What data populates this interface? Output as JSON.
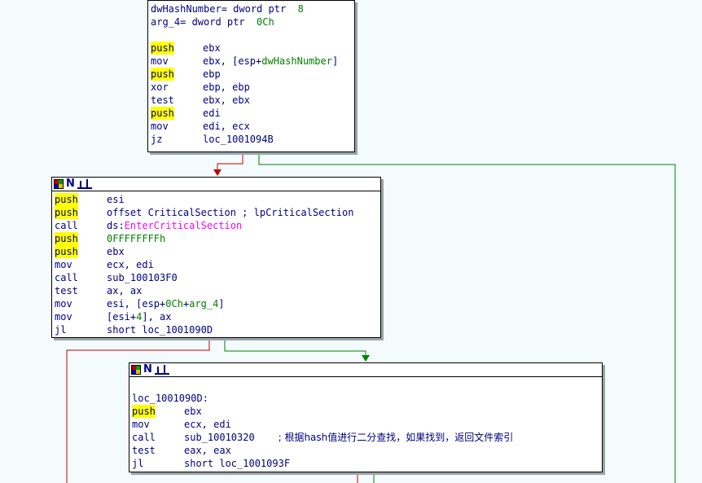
{
  "colors": {
    "background": "#f4fbfc",
    "text": "#000080",
    "push_highlight": "#ffff00",
    "number": "#008000",
    "api_call": "#ff00ff",
    "edge_false": "#c00000",
    "edge_true": "#008000"
  },
  "blocks": [
    {
      "id": "block-1",
      "has_titlebar": false,
      "lines": [
        {
          "tokens": [
            {
              "t": "dwHashNumber= dword ptr  "
            },
            {
              "t": "8",
              "c": "num"
            }
          ]
        },
        {
          "tokens": [
            {
              "t": "arg_4= dword ptr  "
            },
            {
              "t": "0Ch",
              "c": "num"
            }
          ]
        },
        {
          "tokens": []
        },
        {
          "mnemonic": "push",
          "highlight": true,
          "tokens": [
            {
              "t": "ebx"
            }
          ]
        },
        {
          "mnemonic": "mov",
          "tokens": [
            {
              "t": "ebx, [esp+"
            },
            {
              "t": "dwHashNumber",
              "c": "num"
            },
            {
              "t": "]"
            }
          ]
        },
        {
          "mnemonic": "push",
          "highlight": true,
          "tokens": [
            {
              "t": "ebp"
            }
          ]
        },
        {
          "mnemonic": "xor",
          "tokens": [
            {
              "t": "ebp, ebp"
            }
          ]
        },
        {
          "mnemonic": "test",
          "tokens": [
            {
              "t": "ebx, ebx"
            }
          ]
        },
        {
          "mnemonic": "push",
          "highlight": true,
          "tokens": [
            {
              "t": "edi"
            }
          ]
        },
        {
          "mnemonic": "mov",
          "tokens": [
            {
              "t": "edi, ecx"
            }
          ]
        },
        {
          "mnemonic": "jz",
          "tokens": [
            {
              "t": "loc_1001094B"
            }
          ]
        }
      ]
    },
    {
      "id": "block-2",
      "has_titlebar": true,
      "lines": [
        {
          "mnemonic": "push",
          "highlight": true,
          "tokens": [
            {
              "t": "esi"
            }
          ]
        },
        {
          "mnemonic": "push",
          "highlight": true,
          "tokens": [
            {
              "t": "offset CriticalSection ; lpCriticalSection"
            }
          ]
        },
        {
          "mnemonic": "call",
          "tokens": [
            {
              "t": "ds:"
            },
            {
              "t": "EnterCriticalSection",
              "c": "api"
            }
          ]
        },
        {
          "mnemonic": "push",
          "highlight": true,
          "tokens": [
            {
              "t": "0FFFFFFFFh",
              "c": "num"
            }
          ]
        },
        {
          "mnemonic": "push",
          "highlight": true,
          "tokens": [
            {
              "t": "ebx"
            }
          ]
        },
        {
          "mnemonic": "mov",
          "tokens": [
            {
              "t": "ecx, edi"
            }
          ]
        },
        {
          "mnemonic": "call",
          "tokens": [
            {
              "t": "sub_100103F0"
            }
          ]
        },
        {
          "mnemonic": "test",
          "tokens": [
            {
              "t": "ax, ax"
            }
          ]
        },
        {
          "mnemonic": "mov",
          "tokens": [
            {
              "t": "esi, [esp+"
            },
            {
              "t": "0Ch",
              "c": "num"
            },
            {
              "t": "+"
            },
            {
              "t": "arg_4",
              "c": "num"
            },
            {
              "t": "]"
            }
          ]
        },
        {
          "mnemonic": "mov",
          "tokens": [
            {
              "t": "[esi+"
            },
            {
              "t": "4",
              "c": "num"
            },
            {
              "t": "], ax"
            }
          ]
        },
        {
          "mnemonic": "jl",
          "tokens": [
            {
              "t": "short loc_1001090D"
            }
          ]
        }
      ]
    },
    {
      "id": "block-3",
      "has_titlebar": true,
      "lines": [
        {
          "tokens": []
        },
        {
          "tokens": [
            {
              "t": "loc_1001090D:"
            }
          ]
        },
        {
          "mnemonic": "push",
          "highlight": true,
          "tokens": [
            {
              "t": "ebx"
            }
          ]
        },
        {
          "mnemonic": "mov",
          "tokens": [
            {
              "t": "ecx, edi"
            }
          ]
        },
        {
          "mnemonic": "call",
          "tokens": [
            {
              "t": "sub_10010320    "
            },
            {
              "t": "; 根据hash值进行二分查找，如果找到，返回文件索引",
              "c": "cmt"
            }
          ]
        },
        {
          "mnemonic": "test",
          "tokens": [
            {
              "t": "eax, eax"
            }
          ]
        },
        {
          "mnemonic": "jl",
          "tokens": [
            {
              "t": "short loc_1001093F"
            }
          ]
        }
      ]
    }
  ]
}
